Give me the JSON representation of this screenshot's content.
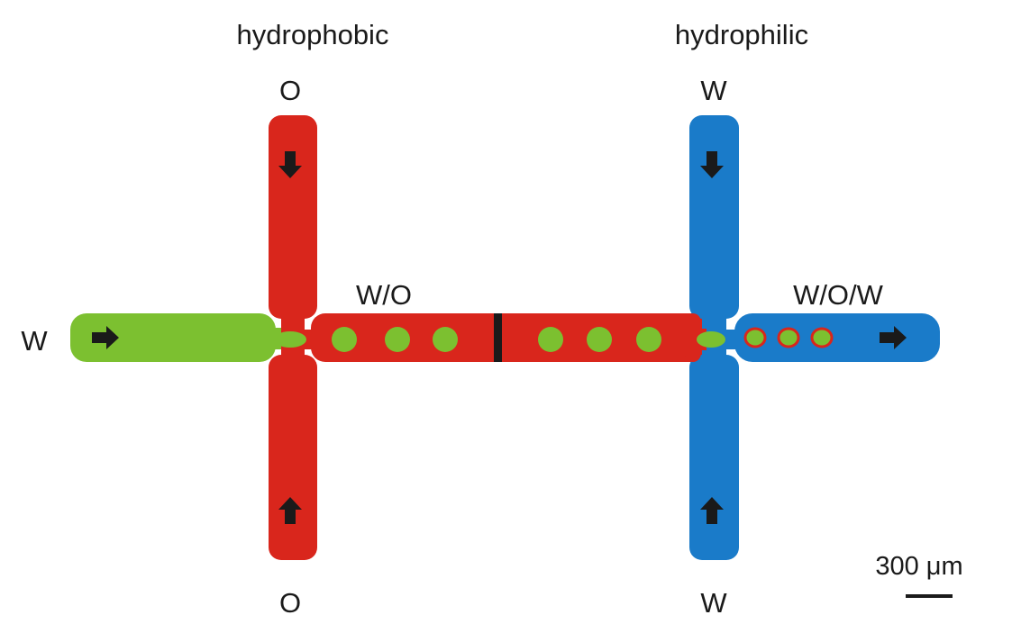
{
  "labels": {
    "left_top": "hydrophobic",
    "right_top": "hydrophilic",
    "left_inlet_top": "O",
    "left_inlet_bottom": "O",
    "right_inlet_top": "W",
    "right_inlet_bottom": "W",
    "main_inlet": "W",
    "middle_channel": "W/O",
    "outlet_channel": "W/O/W",
    "scale": "300 μm"
  },
  "colors": {
    "hydrophobic": "#d9261c",
    "hydrophilic": "#1a7bc9",
    "water": "#7cc030",
    "arrow": "#1a1a1a"
  }
}
